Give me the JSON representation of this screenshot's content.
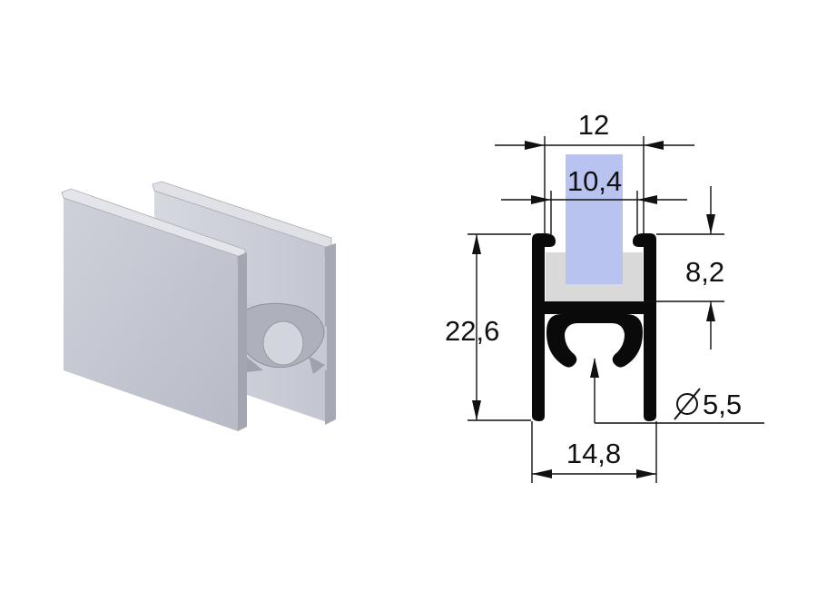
{
  "dimensions": {
    "overall_width": "12",
    "inner_width": "10,4",
    "height": "22,6",
    "depth": "8,2",
    "diameter": "5,5",
    "base_width": "14,8"
  },
  "colors": {
    "glass": "#b8c4ef",
    "gasket": "#d9d9d9",
    "profile": "#0a0a0a",
    "aluminium_light": "#c9ccd6",
    "aluminium_mid": "#b4b7c2",
    "aluminium_dark": "#9a9da8"
  },
  "icons": {
    "diameter_symbol": "diameter-icon"
  }
}
